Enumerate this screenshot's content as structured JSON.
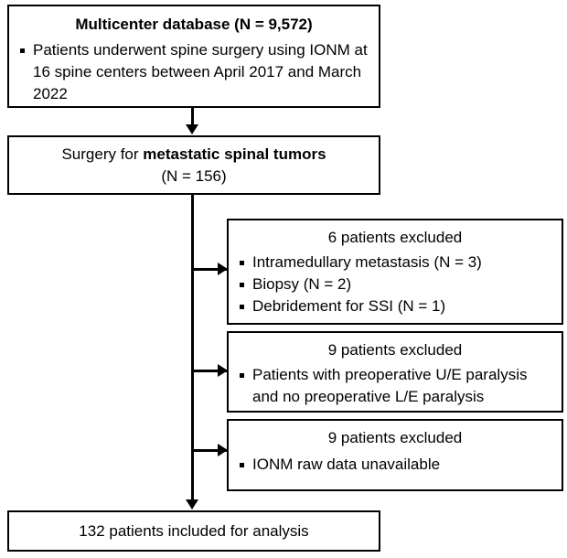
{
  "figure": {
    "type": "flowchart",
    "name": "patient-selection-flow-diagram"
  },
  "nodes": {
    "database": {
      "heading_prefix": "Multicenter database ",
      "heading_count": "(N = 9,572)",
      "bullets": [
        "Patients underwent spine surgery using IONM at 16 spine centers between April 2017 and March 2022"
      ]
    },
    "surgery": {
      "line1_prefix": "Surgery for ",
      "line1_bold": "metastatic spinal tumors",
      "line2": "(N = 156)"
    },
    "excluded_1": {
      "heading": "6 patients excluded",
      "bullets": [
        "Intramedullary metastasis (N = 3)",
        "Biopsy (N = 2)",
        "Debridement for SSI (N = 1)"
      ]
    },
    "excluded_2": {
      "heading": "9 patients excluded",
      "bullets": [
        "Patients with preoperative U/E paralysis and no preoperative L/E paralysis"
      ]
    },
    "excluded_3": {
      "heading": "9 patients excluded",
      "bullets": [
        "IONM raw data unavailable"
      ]
    },
    "included": {
      "line1": "132 patients included for analysis"
    }
  },
  "style": {
    "line_color": "#000000",
    "box_fill": "#ffffff",
    "text_color": "#000000"
  }
}
